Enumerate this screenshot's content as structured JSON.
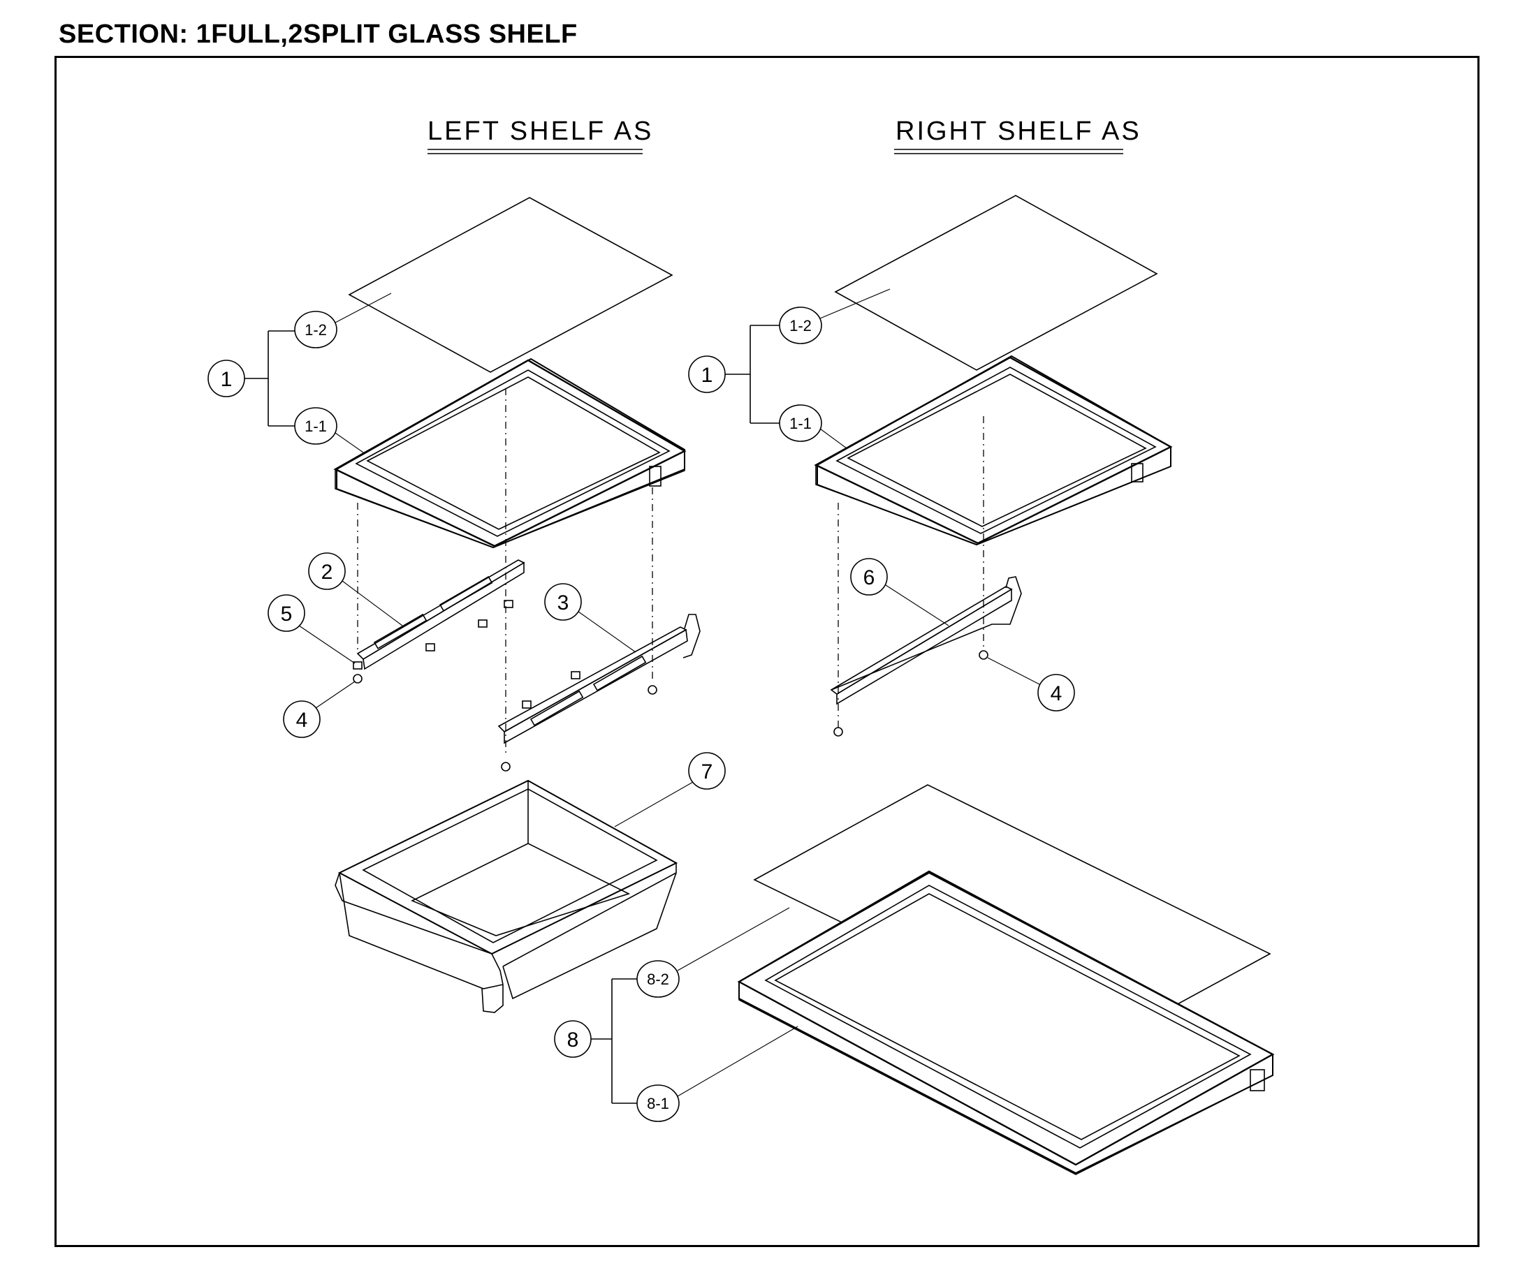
{
  "section_title": "SECTION: 1FULL,2SPLIT GLASS SHELF",
  "assemblies": {
    "left": {
      "title": "LEFT SHELF AS"
    },
    "right": {
      "title": "RIGHT SHELF AS"
    }
  },
  "callouts": {
    "left_1": "1",
    "left_1_1": "1-1",
    "left_1_2": "1-2",
    "left_2": "2",
    "left_3": "3",
    "left_4": "4",
    "left_5": "5",
    "right_1": "1",
    "right_1_1": "1-1",
    "right_1_2": "1-2",
    "right_4": "4",
    "right_6": "6",
    "drawer_7": "7",
    "full_8": "8",
    "full_8_1": "8-1",
    "full_8_2": "8-2"
  }
}
